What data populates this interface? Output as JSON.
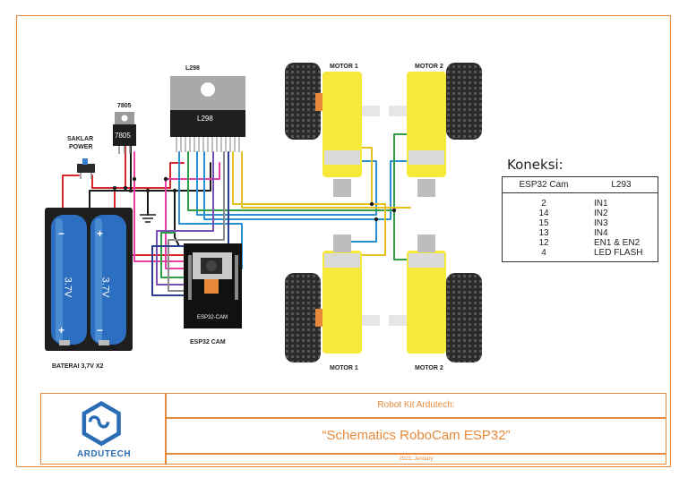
{
  "labels": {
    "l298": "L298",
    "l298_chip": "L298",
    "reg": "7805",
    "reg_chip": "7805",
    "switch": "SAKLAR",
    "switch2": "POWER",
    "battery": "BATERAI  3,7V X2",
    "cell_left": "3.7V",
    "cell_right": "3.7V",
    "plus": "+",
    "minus": "−",
    "esp_board": "ESP32-CAM",
    "esp_label": "ESP32 CAM",
    "motor1_top": "MOTOR 1",
    "motor2_top": "MOTOR 2",
    "motor1_bottom": "MOTOR 1",
    "motor2_bottom": "MOTOR 2"
  },
  "connections": {
    "title": "Koneksi:",
    "headers": [
      "ESP32 Cam",
      "L293"
    ],
    "rows": [
      {
        "pin": "2",
        "target": "IN1"
      },
      {
        "pin": "14",
        "target": "IN2"
      },
      {
        "pin": "15",
        "target": "IN3"
      },
      {
        "pin": "13",
        "target": "IN4"
      },
      {
        "pin": "12",
        "target": "EN1 & EN2"
      },
      {
        "pin": "4",
        "target": "LED FLASH"
      }
    ]
  },
  "footer": {
    "line1": "Robot Kit Ardutech:",
    "line2": "“Schematics RoboCam ESP32”",
    "line3": "2023, January",
    "brand": "ARDUTECH"
  },
  "colors": {
    "frame": "#e8893a",
    "motor_yellow": "#f6e93a",
    "brand_blue": "#2a6db4",
    "wire_red": "#d9262b",
    "wire_black": "#1a1a1a",
    "wire_green": "#2f9e44",
    "wire_blue": "#2b8fd6",
    "wire_yellow": "#e6c21e",
    "wire_magenta": "#e83ca7",
    "wire_purple": "#7a4fb3"
  }
}
